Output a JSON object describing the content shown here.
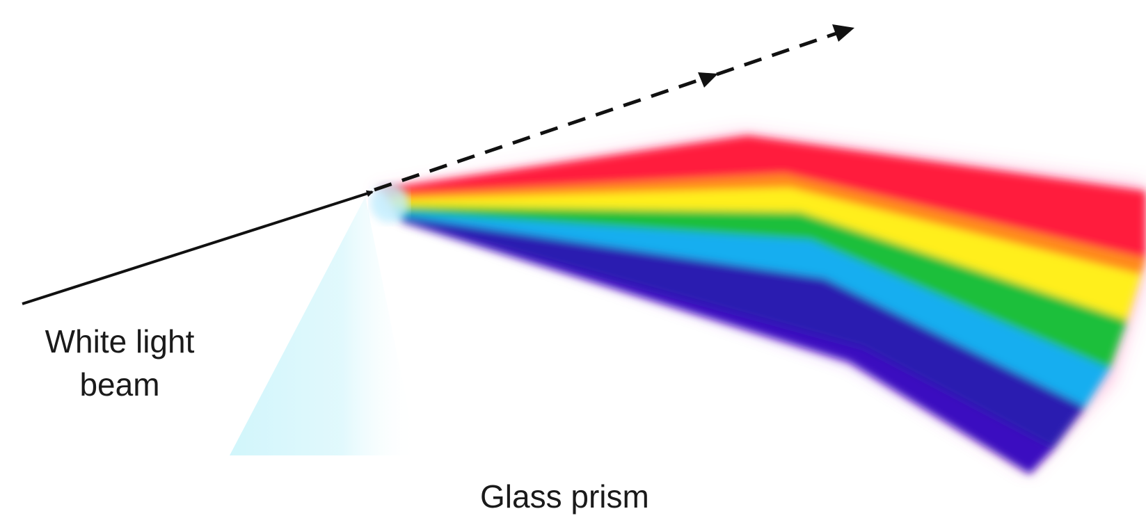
{
  "labels": {
    "incident_line1": "White light",
    "incident_line2": "beam",
    "prism": "Glass prism"
  },
  "bands": [
    {
      "name": "red",
      "color": "#ff1e3c"
    },
    {
      "name": "orange",
      "color": "#ff8a1a"
    },
    {
      "name": "yellow",
      "color": "#ffef1a"
    },
    {
      "name": "green",
      "color": "#1fbf3a"
    },
    {
      "name": "cyan",
      "color": "#18aef0"
    },
    {
      "name": "indigo",
      "color": "#2a1fb0"
    },
    {
      "name": "violet",
      "color": "#3a10c0"
    }
  ],
  "colors": {
    "prism_glass": "#c6f3fa",
    "beam": "#111111",
    "edge_pink": "#ff4aa0"
  }
}
